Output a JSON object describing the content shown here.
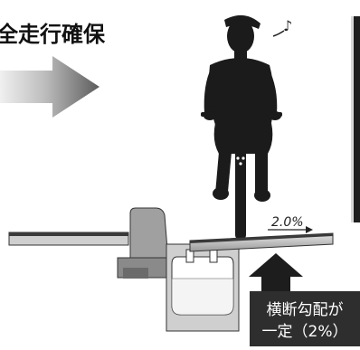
{
  "title_fragment": "全走行確保",
  "slope_label": "2.0%",
  "callout": {
    "line1": "横断勾配が",
    "line2": "一定（2%）"
  },
  "music_note": "♪",
  "colors": {
    "silhouette": "#1b1b1b",
    "arrow_dark": "#6e6e6e",
    "arrow_light": "#dcdcdc",
    "up_arrow": "#1d1d1d",
    "callout_bg": "#2e2e2e",
    "callout_text": "#ffffff",
    "road_dark": "#3a3a3a",
    "road_light": "#dadada",
    "curb_fill": "#a0a0a0",
    "gutter_fill": "#cfcfcf",
    "right_panel": "#1f1f1f"
  }
}
